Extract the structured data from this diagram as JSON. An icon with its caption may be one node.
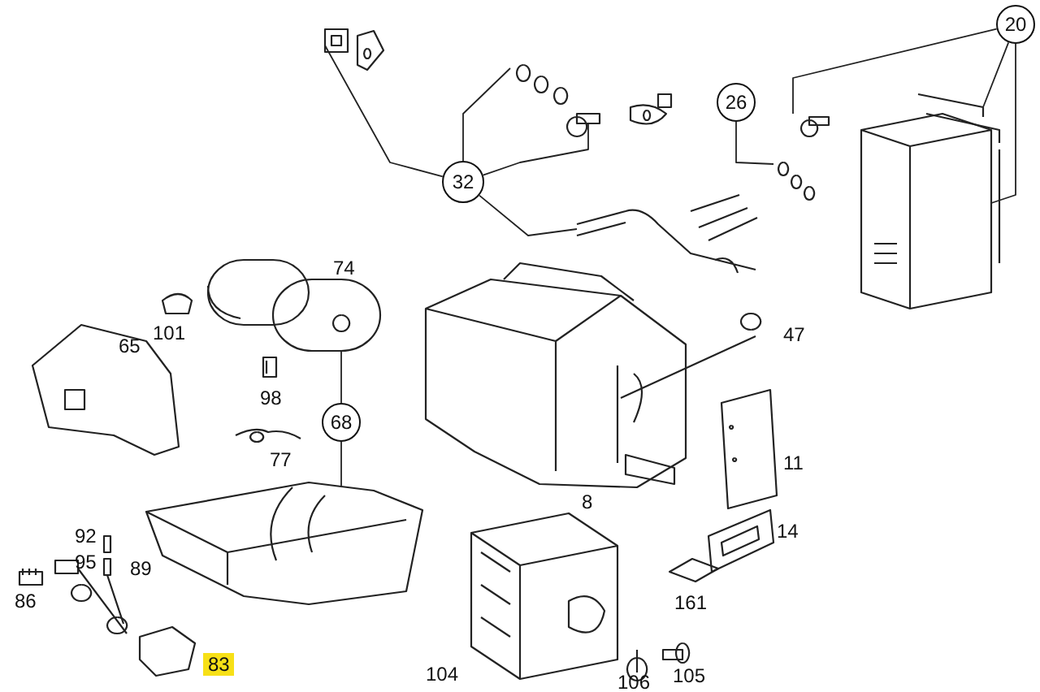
{
  "diagram": {
    "nodes": [
      {
        "text": [
          "32"
        ]
      },
      {
        "text": [
          "26"
        ]
      },
      {
        "text": [
          "20"
        ]
      },
      {
        "text": [
          "68"
        ]
      },
      {
        "text": [],
        "shape": "picture"
      },
      {
        "text": [],
        "shape": "picture"
      },
      {
        "text": [],
        "shape": "picture"
      },
      {
        "text": [],
        "shape": "picture"
      },
      {
        "text": [],
        "shape": "picture"
      },
      {
        "text": [],
        "shape": "picture"
      },
      {
        "text": [],
        "shape": "picture"
      },
      {
        "text": [],
        "shape": "picture"
      },
      {
        "text": [],
        "shape": "picture"
      },
      {
        "text": [],
        "shape": "picture"
      }
    ],
    "edges": [
      {
        "from": 0,
        "to": 4,
        "arrow": "none"
      },
      {
        "from": 0,
        "to": 5,
        "arrow": "none"
      },
      {
        "from": 0,
        "to": 6,
        "arrow": "none"
      },
      {
        "from": 0,
        "to": 10,
        "arrow": "none"
      },
      {
        "from": 1,
        "to": 9,
        "arrow": "none"
      },
      {
        "from": 2,
        "to": 7,
        "arrow": "none"
      },
      {
        "from": 2,
        "to": 8,
        "arrow": "none"
      },
      {
        "from": 2,
        "to": 11,
        "arrow": "none"
      },
      {
        "from": 3,
        "to": 12,
        "arrow": "none"
      },
      {
        "from": 3,
        "to": 13,
        "arrow": "none"
      }
    ],
    "labels": [
      "74",
      "101",
      "65",
      "98",
      "47",
      "77",
      "11",
      "8",
      "92",
      "95",
      "89",
      "14",
      "86",
      "161",
      "83",
      "104",
      "106",
      "105"
    ]
  }
}
